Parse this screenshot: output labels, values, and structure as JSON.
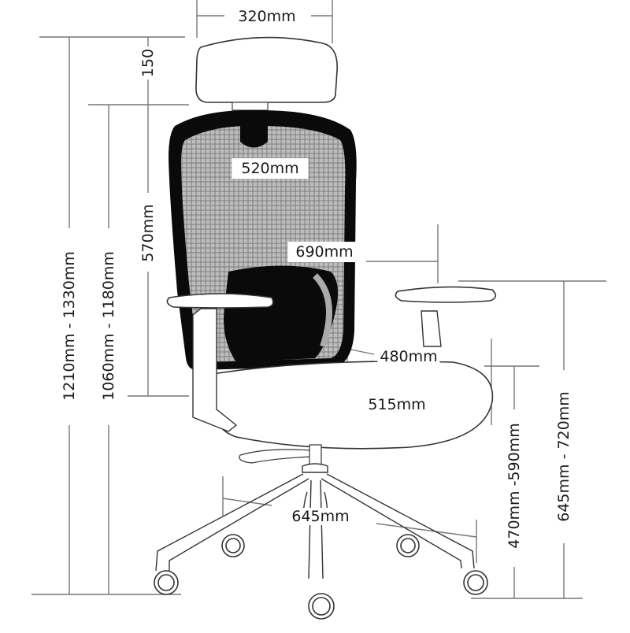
{
  "diagram": {
    "subject": "Ergonomic mesh office chair with headrest",
    "colors": {
      "line": "#6f6f6f",
      "outline": "#333333",
      "mesh": "#9a9a9a",
      "frame": "#0a0a0a",
      "background": "#ffffff"
    }
  },
  "dimensions": {
    "headrest_width": "320mm",
    "headrest_height": "150",
    "backrest_width": "520mm",
    "backrest_height": "570mm",
    "overall_height": "1210mm - 1330mm",
    "height_without_headrest": "1060mm - 1180mm",
    "armrest_outer_width": "690mm",
    "seat_width_inner": "480mm",
    "seat_depth": "515mm",
    "base_diameter": "645mm",
    "seat_height": "470mm -590mm",
    "armrest_height": "645mm - 720mm"
  }
}
